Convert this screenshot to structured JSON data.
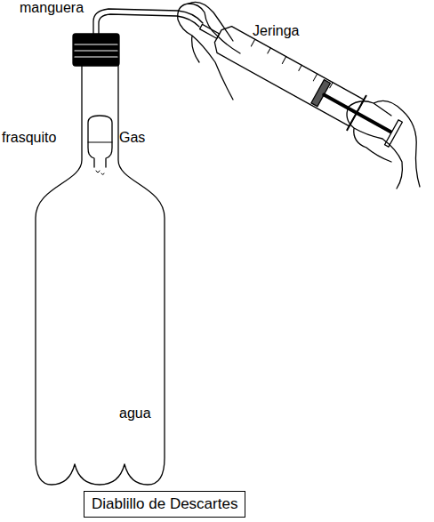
{
  "diagram": {
    "caption": "Diablillo de Descartes",
    "labels": [
      "manguera",
      "Jeringa",
      "frasquito",
      "Gas",
      "agua"
    ]
  }
}
